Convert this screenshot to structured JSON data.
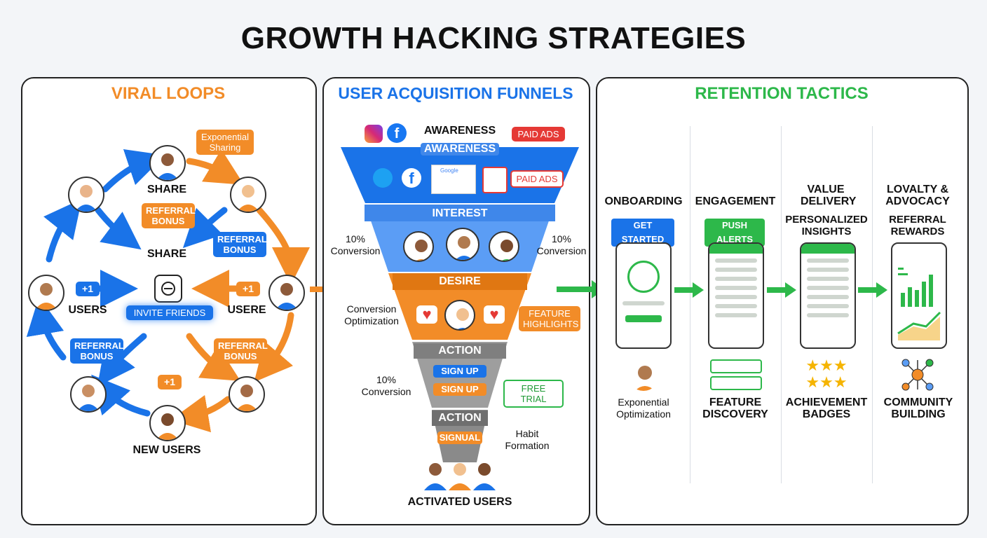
{
  "title": "GROWTH HACKING STRATEGIES",
  "colors": {
    "orange": "#f28c28",
    "blue": "#1a73e8",
    "green": "#2db84a",
    "red": "#e53935"
  },
  "viral": {
    "title": "VIRAL LOOPS",
    "exponential_sharing": "Exponential Sharing",
    "share_top": "SHARE",
    "share_mid": "SHARE",
    "referral_bonus_1": "REFERRAL BONUS",
    "referral_bonus_2": "REFERRAL BONUS",
    "referral_bonus_3": "REFERRAL BONUS",
    "referral_bonus_4": "REFERRAL BONUS",
    "plus_left": "+1",
    "plus_right": "+1",
    "plus_bottom": "+1",
    "users_left": "USERS",
    "users_right": "USERE",
    "invite": "INVITE FRIENDS",
    "new_users": "NEW USERS"
  },
  "funnel": {
    "title": "USER ACQUISITION FUNNELS",
    "awareness_top": "AWARENESS",
    "paid_ads_top": "PAID ADS",
    "awareness_band": "AWARENESS",
    "paid_ads_band": "PAID ADS",
    "search_logo": "Google",
    "interest": "INTEREST",
    "conv_left": "10% Conversion",
    "conv_right": "10% Conversion",
    "desire": "DESIRE",
    "conv_opt": "Conversion Optimization",
    "feature_highlights": "FEATURE HIGHLIGHTS",
    "action1": "ACTION",
    "sign_up_1": "SIGN UP",
    "sign_up_2": "SIGN UP",
    "conv_action": "10% Conversion",
    "free_trial": "FREE TRIAL",
    "action2": "ACTION",
    "signual": "SIGNUAL",
    "habit": "Habit Formation",
    "activated": "ACTIVATED USERS"
  },
  "retention": {
    "title": "RETENTION TACTICS",
    "col1": {
      "heading": "ONBOARDING",
      "button": "GET STARTED",
      "caption": "Exponential Optimization"
    },
    "col2": {
      "heading": "ENGAGEMENT",
      "button": "PUSH ALERTS",
      "caption": "FEATURE DISCOVERY"
    },
    "col3": {
      "heading": "VALUE DELIVERY",
      "sub": "PERSONALIZED INSIGHTS",
      "caption": "ACHIEVEMENT BADGES"
    },
    "col4": {
      "heading": "LOVALTY & ADVOCACY",
      "sub": "REFERRAL REWARDS",
      "caption": "COMMUNITY BUILDING"
    }
  }
}
